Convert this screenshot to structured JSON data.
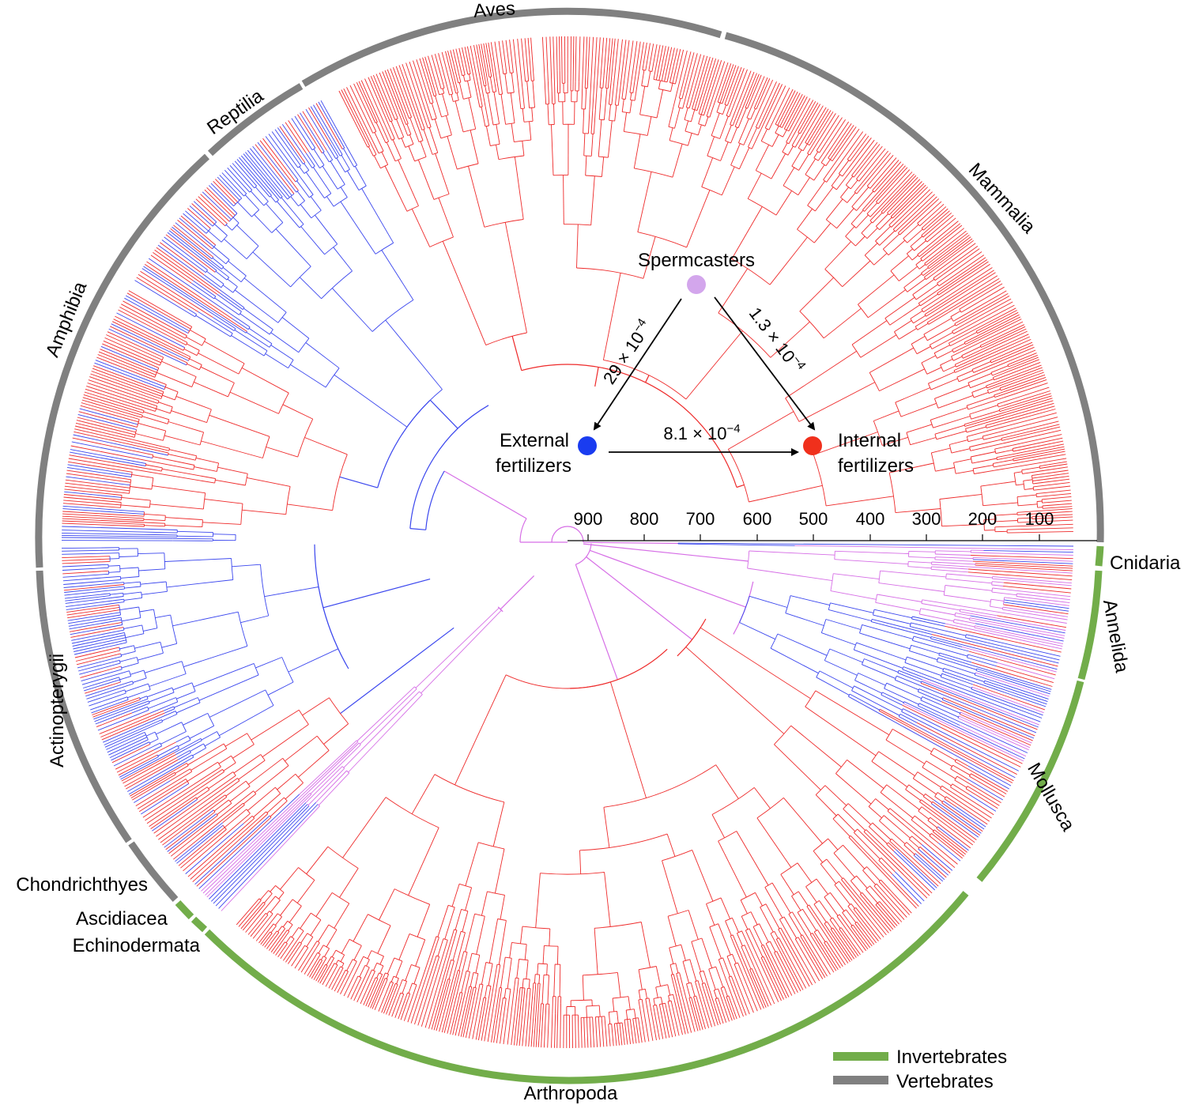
{
  "tree": {
    "colors": {
      "internal": "#ee2a2a",
      "external": "#3a46ee",
      "spermcaster": "#d66ee6",
      "invertebrates": "#72ad4a",
      "vertebrates": "#808080"
    }
  },
  "clades": [
    {
      "key": "aves",
      "label": "Aves",
      "group": "vertebrates"
    },
    {
      "key": "mammalia",
      "label": "Mammalia",
      "group": "vertebrates"
    },
    {
      "key": "reptilia",
      "label": "Reptilia",
      "group": "vertebrates"
    },
    {
      "key": "amphibia",
      "label": "Amphibia",
      "group": "vertebrates"
    },
    {
      "key": "actinopterygii",
      "label": "Actinopterygii",
      "group": "vertebrates"
    },
    {
      "key": "chondrichthyes",
      "label": "Chondrichthyes",
      "group": "vertebrates"
    },
    {
      "key": "ascidiacea",
      "label": "Ascidiacea",
      "group": "invertebrates"
    },
    {
      "key": "echinodermata",
      "label": "Echinodermata",
      "group": "invertebrates"
    },
    {
      "key": "arthropoda",
      "label": "Arthropoda",
      "group": "invertebrates"
    },
    {
      "key": "mollusca",
      "label": "Mollusca",
      "group": "invertebrates"
    },
    {
      "key": "annelida",
      "label": "Annelida",
      "group": "invertebrates"
    },
    {
      "key": "cnidaria",
      "label": "Cnidaria",
      "group": "invertebrates"
    }
  ],
  "transition_model": {
    "states": {
      "spermcasters": "Spermcasters",
      "external_line1": "External",
      "external_line2": "fertilizers",
      "internal_line1": "Internal",
      "internal_line2": "fertilizers"
    },
    "state_colors": {
      "spermcasters": "#d3a6ec",
      "external": "#1a3cf0",
      "internal": "#f0301c"
    },
    "rates": {
      "spermcasters_to_external": "29 × 10",
      "spermcasters_to_internal": "1.3 × 10",
      "external_to_internal": "8.1 × 10",
      "exponent": "−4"
    }
  },
  "time_axis": {
    "ticks": [
      "900",
      "800",
      "700",
      "600",
      "500",
      "400",
      "300",
      "200",
      "100"
    ]
  },
  "legend": {
    "invertebrates": "Invertebrates",
    "vertebrates": "Vertebrates"
  }
}
